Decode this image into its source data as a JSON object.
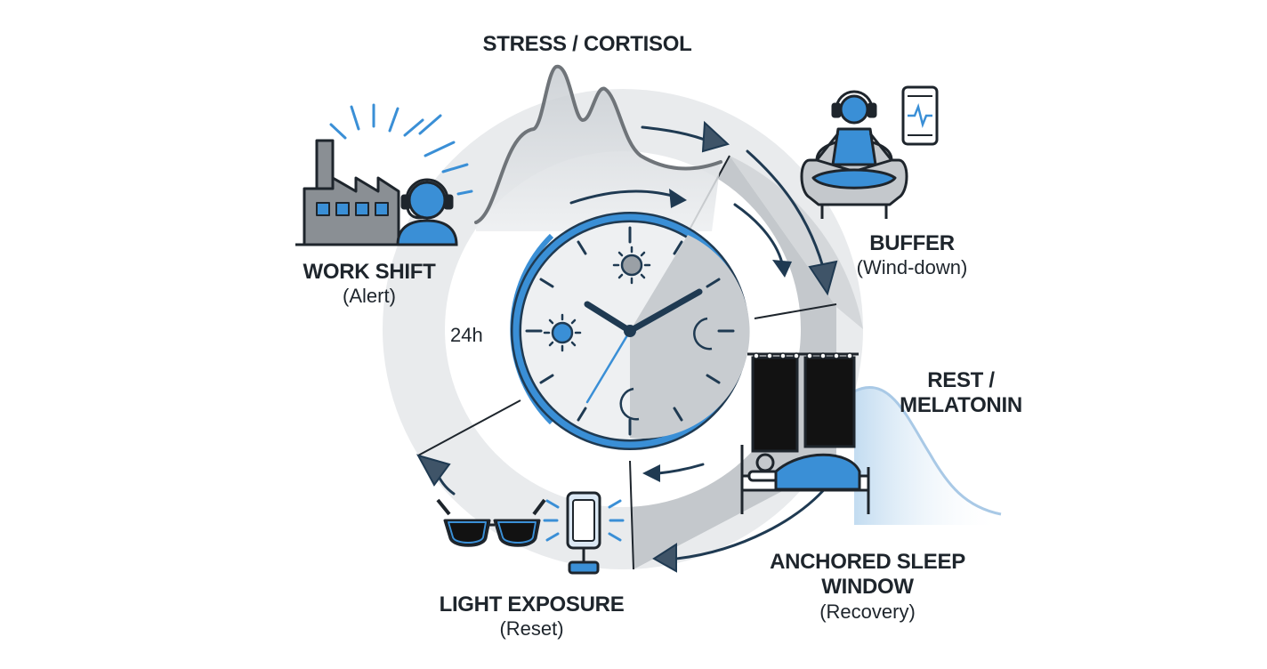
{
  "stress": {
    "title": "STRESS / CORTISOL"
  },
  "work_shift": {
    "title": "WORK SHIFT",
    "subtitle": "(Alert)"
  },
  "buffer": {
    "title": "BUFFER",
    "subtitle": "(Wind-down)"
  },
  "rest": {
    "title_line1": "REST /",
    "title_line2": "MELATONIN"
  },
  "sleep_window": {
    "title": "ANCHORED SLEEP WINDOW",
    "subtitle": "(Recovery)"
  },
  "light_exposure": {
    "title": "LIGHT EXPOSURE",
    "subtitle": "(Reset)"
  },
  "clock": {
    "period_label": "24h"
  },
  "colors": {
    "accent_blue": "#3a8fd6",
    "dark_navy": "#1f3a52",
    "gray_fill": "#8a8f94",
    "light_gray": "#e4e7ea",
    "mid_gray": "#c9cdd1",
    "curve_blue": "#a9c9e6"
  }
}
